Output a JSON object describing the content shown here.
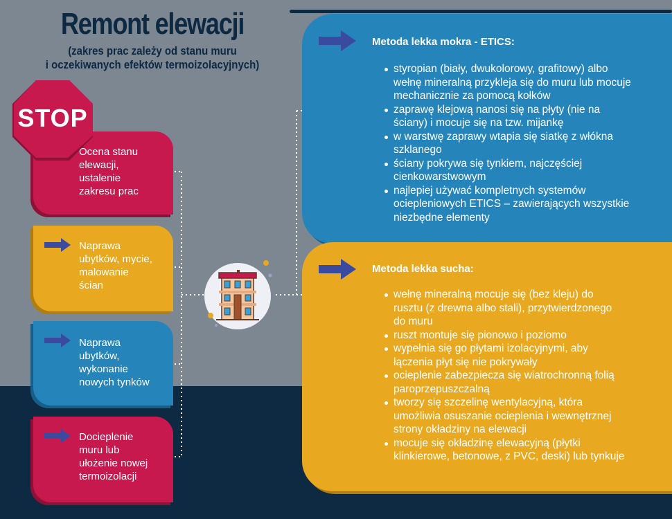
{
  "title": "Remont elewacji",
  "subtitle_line1": "(zakres prac zależy od stanu muru",
  "subtitle_line2": "i oczekiwanych efektów termoizolacyjnych)",
  "stop_label": "STOP",
  "steps": [
    {
      "lines": [
        "Ocena stanu",
        "elewacji,",
        "ustalenie",
        "zakresu prac"
      ],
      "color": "#c8194f"
    },
    {
      "lines": [
        "Naprawa",
        "ubytków, mycie,",
        "malowanie",
        "ścian"
      ],
      "color": "#e8a820"
    },
    {
      "lines": [
        "Naprawa",
        "ubytków,",
        "wykonanie",
        "nowych tynków"
      ],
      "color": "#2585ba"
    },
    {
      "lines": [
        "Docieplenie",
        "muru lub",
        "ułożenie nowej",
        "termoizolacji"
      ],
      "color": "#c8194f"
    }
  ],
  "panel_wet": {
    "title": "Metoda lekka mokra - ETICS:",
    "color": "#2585ba",
    "items": [
      [
        "styropian (biały, dwukolorowy, grafitowy) albo",
        "wełnę mineralną przykleja się do muru lub mocuje",
        "mechanicznie za pomocą kołków"
      ],
      [
        "zaprawę klejową nanosi się na płyty (nie na",
        "ściany) i mocuje się na tzw. mijankę"
      ],
      [
        "w warstwę zaprawy wtapia się siatkę z włókna",
        "szklanego"
      ],
      [
        "ściany pokrywa się tynkiem, najczęściej",
        "cienkowarstwowym"
      ],
      [
        "najlepiej używać kompletnych systemów",
        "ociepleniowych ETICS – zawierających wszystkie",
        "niezbędne elementy"
      ]
    ]
  },
  "panel_dry": {
    "title": "Metoda lekka sucha:",
    "color": "#e8a820",
    "items": [
      [
        "wełnę mineralną mocuje się (bez kleju) do",
        "rusztu (z drewna albo stali), przytwierdzonego",
        "do muru"
      ],
      [
        "ruszt montuje się pionowo i poziomo"
      ],
      [
        "wypełnia się go płytami izolacyjnymi, aby",
        "łączenia płyt się nie pokrywały"
      ],
      [
        "ocieplenie zabezpiecza się wiatrochronną folią",
        "paroprzepuszczalną"
      ],
      [
        "tworzy się szczelinę wentylacyjną, która",
        "umożliwia osuszanie ocieplenia i wewnętrznej",
        "strony okładziny na elewacji"
      ],
      [
        "mocuje się okładzinę elewacyjną (płytki",
        "klinkierowe, betonowe, z PVC, deski) lub tynkuje"
      ]
    ]
  },
  "colors": {
    "navy": "#0e2942",
    "arrow": "#3a4a9f",
    "stop_red": "#c8194f"
  }
}
